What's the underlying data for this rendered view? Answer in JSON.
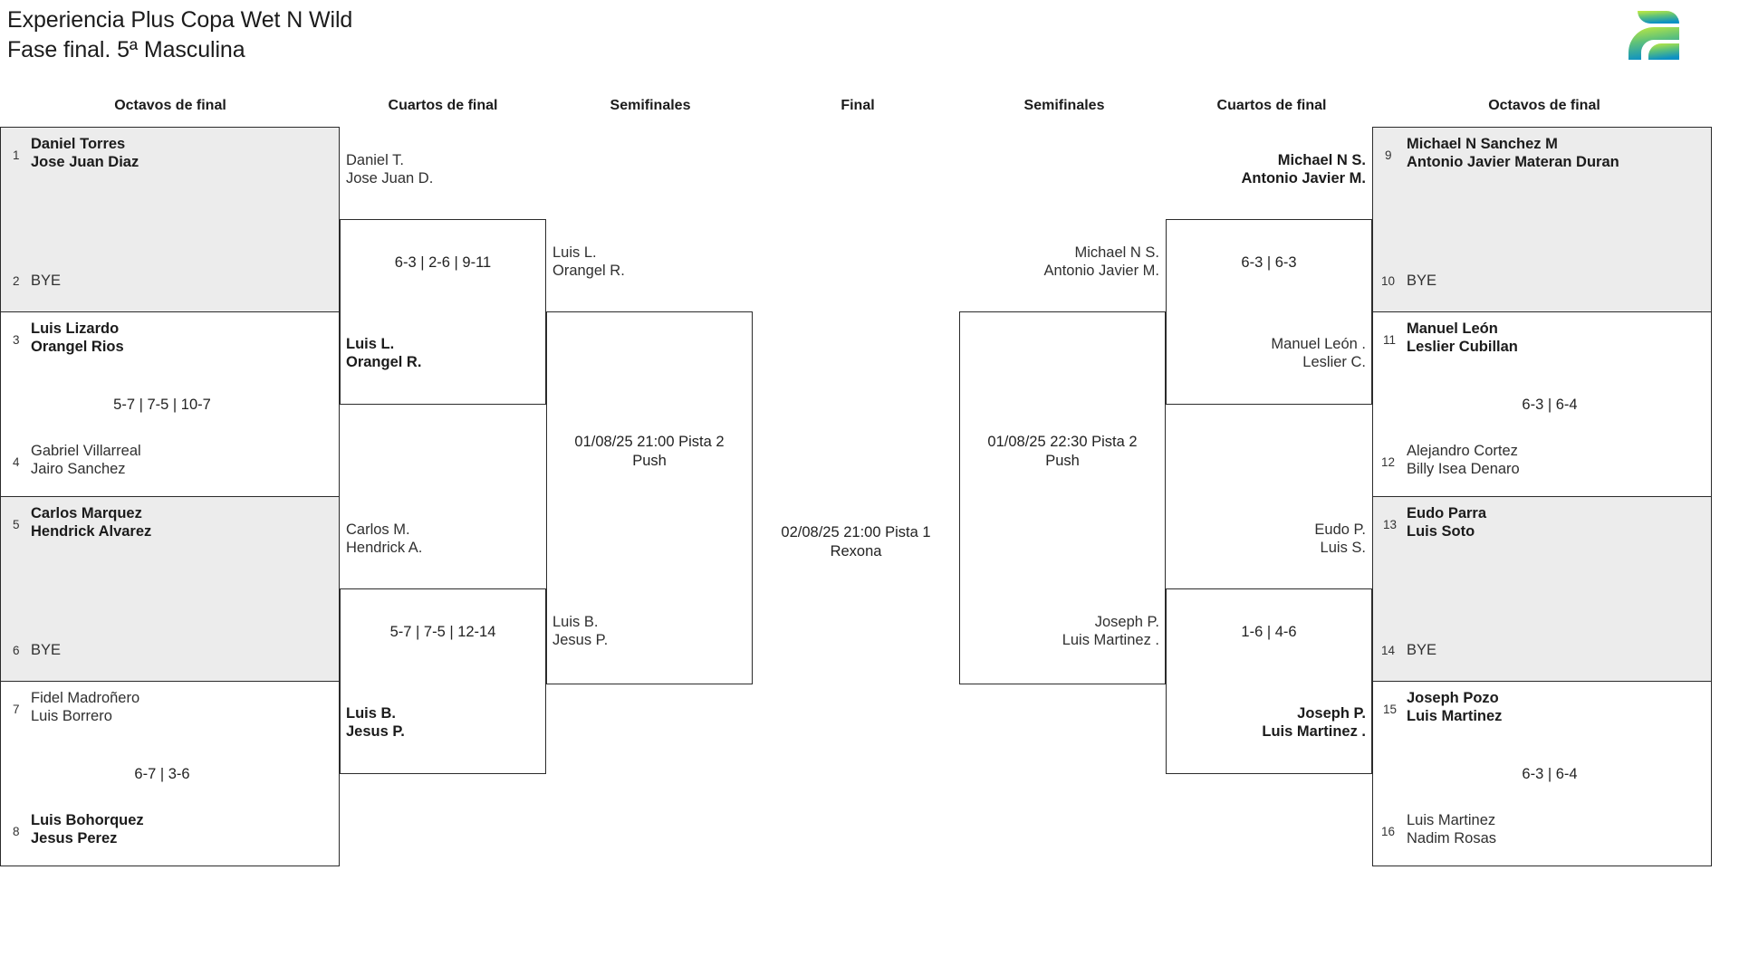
{
  "header": {
    "title_line1": "Experiencia Plus Copa Wet N Wild",
    "title_line2": "Fase final. 5ª Masculina",
    "logo_name": "tournament-logo",
    "logo_colors": {
      "top": "#c5ec3c",
      "mid": "#55c07f",
      "bottom": "#0d91c4"
    }
  },
  "round_headers": {
    "left_r16": "Octavos de final",
    "left_qf": "Cuartos de final",
    "left_sf": "Semifinales",
    "final": "Final",
    "right_sf": "Semifinales",
    "right_qf": "Cuartos de final",
    "right_r16": "Octavos de final"
  },
  "bracket": {
    "left_r16": [
      {
        "seed_top": "1",
        "top": "Daniel Torres\nJose Juan Diaz",
        "top_result": "win",
        "seed_bottom": "2",
        "bottom": "BYE",
        "bottom_result": "lose",
        "score": "",
        "shaded": true
      },
      {
        "seed_top": "3",
        "top": "Luis Lizardo\nOrangel Rios",
        "top_result": "win",
        "seed_bottom": "4",
        "bottom": "Gabriel Villarreal\nJairo Sanchez",
        "bottom_result": "lose",
        "score": "5-7 | 7-5 | 10-7",
        "shaded": false
      },
      {
        "seed_top": "5",
        "top": "Carlos Marquez\nHendrick Alvarez",
        "top_result": "win",
        "seed_bottom": "6",
        "bottom": "BYE",
        "bottom_result": "lose",
        "score": "",
        "shaded": true
      },
      {
        "seed_top": "7",
        "top": "Fidel Madroñero\nLuis Borrero",
        "top_result": "lose",
        "seed_bottom": "8",
        "bottom": "Luis Bohorquez\nJesus Perez",
        "bottom_result": "win",
        "score": "6-7 | 3-6",
        "shaded": false
      }
    ],
    "left_qf": [
      {
        "top": "Daniel T.\nJose Juan D.",
        "top_result": "lose",
        "bottom": "Luis L.\nOrangel R.",
        "bottom_result": "win",
        "score": "6-3 | 2-6 | 9-11"
      },
      {
        "top": "Carlos M.\nHendrick A.",
        "top_result": "lose",
        "bottom": "Luis B.\nJesus P.",
        "bottom_result": "win",
        "score": "5-7 | 7-5 | 12-14"
      }
    ],
    "left_sf": [
      {
        "top": "Luis L.\nOrangel R.",
        "top_result": "lose",
        "bottom": "Luis B.\nJesus P.",
        "bottom_result": "lose",
        "schedule": "01/08/25 21:00 Pista 2\nPush"
      }
    ],
    "final": {
      "schedule": "02/08/25 21:00 Pista 1\nRexona"
    },
    "right_sf": [
      {
        "top": "Michael N S.\nAntonio Javier M.",
        "top_result": "lose",
        "bottom": "Joseph P.\nLuis Martinez .",
        "bottom_result": "lose",
        "schedule": "01/08/25 22:30 Pista 2\nPush"
      }
    ],
    "right_qf": [
      {
        "top": "Michael N S.\nAntonio Javier M.",
        "top_result": "win",
        "bottom": "Manuel León .\nLeslier C.",
        "bottom_result": "lose",
        "score": "6-3 | 6-3"
      },
      {
        "top": "Eudo P.\nLuis S.",
        "top_result": "lose",
        "bottom": "Joseph P.\nLuis Martinez .",
        "bottom_result": "win",
        "score": "1-6 | 4-6"
      }
    ],
    "right_r16": [
      {
        "seed_top": "9",
        "top": "Michael N Sanchez M\nAntonio Javier Materan Duran",
        "top_result": "win",
        "seed_bottom": "10",
        "bottom": "BYE",
        "bottom_result": "lose",
        "score": "",
        "shaded": true
      },
      {
        "seed_top": "11",
        "top": "Manuel León\nLeslier Cubillan",
        "top_result": "win",
        "seed_bottom": "12",
        "bottom": "Alejandro Cortez\nBilly Isea Denaro",
        "bottom_result": "lose",
        "score": "6-3 | 6-4",
        "shaded": false
      },
      {
        "seed_top": "13",
        "top": "Eudo Parra\nLuis Soto",
        "top_result": "win",
        "seed_bottom": "14",
        "bottom": "BYE",
        "bottom_result": "lose",
        "score": "",
        "shaded": true
      },
      {
        "seed_top": "15",
        "top": "Joseph Pozo\nLuis Martinez",
        "top_result": "win",
        "seed_bottom": "16",
        "bottom": "Luis Martinez\nNadim Rosas",
        "bottom_result": "lose",
        "score": "6-3 | 6-4",
        "shaded": false
      }
    ]
  }
}
